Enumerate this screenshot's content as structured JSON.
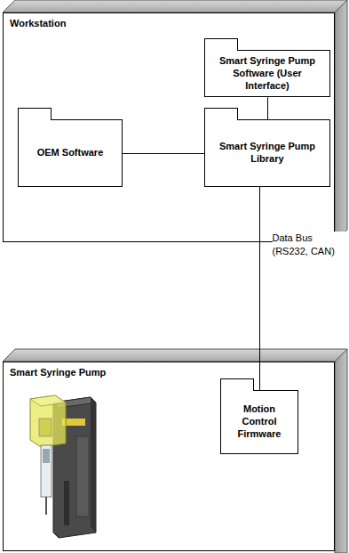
{
  "diagram": {
    "nodes": [
      {
        "text": [
          "Workstation"
        ]
      },
      {
        "text": [
          "Smart Syringe Pump Software (User Interface)"
        ],
        "in": 0
      },
      {
        "text": [
          "OEM Software"
        ],
        "in": 0
      },
      {
        "text": [
          "Smart Syringe Pump Library"
        ],
        "in": 0
      },
      {
        "text": [
          "Smart Syringe Pump"
        ]
      },
      {
        "text": [
          "Motion Control Firmware"
        ],
        "in": 4
      }
    ],
    "edges": [
      {
        "from": 1,
        "to": 3,
        "arrow": "none"
      },
      {
        "from": 2,
        "to": 3,
        "arrow": "none"
      },
      {
        "from": 3,
        "to": 5,
        "label": "Data Bus (RS232, CAN)",
        "arrow": "none"
      }
    ]
  }
}
